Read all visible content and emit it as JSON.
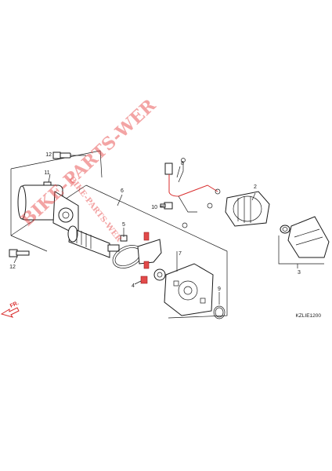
{
  "watermark": "BIKE-PARTS-WER",
  "diagram_code": "KZLIE1200",
  "direction_label": "FR.",
  "callouts": {
    "c12_top": "12",
    "c11": "11",
    "c6": "6",
    "c8": "8",
    "c2": "2",
    "c10": "10",
    "c5": "5",
    "c7": "7",
    "c3": "3",
    "c12_bottom": "12",
    "c4": "4",
    "c9": "9"
  },
  "colors": {
    "outline": "#1a1a1a",
    "accent_red": "#d92b2b",
    "watermark_red": "#e53535"
  }
}
